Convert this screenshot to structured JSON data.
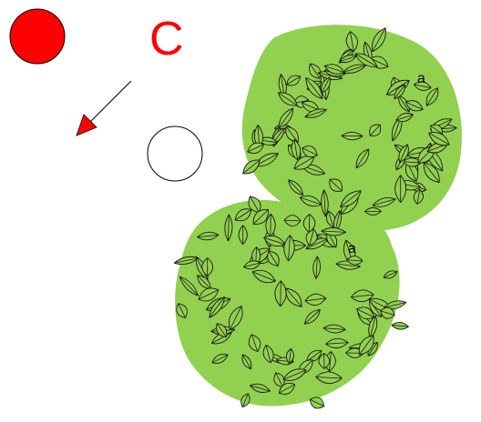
{
  "labels": {
    "big_letter": "C",
    "upper_bush_letter": "a",
    "lower_bush_letter": "a"
  },
  "colors": {
    "red": "#ff0000",
    "bush_green": "#92d050",
    "leaf_green": "#92d050",
    "outline": "#000000",
    "white": "#ffffff"
  },
  "icons": {
    "filled_circle": "red-circle-icon",
    "hollow_circle": "white-circle-icon",
    "arrow": "red-arrow-icon"
  }
}
